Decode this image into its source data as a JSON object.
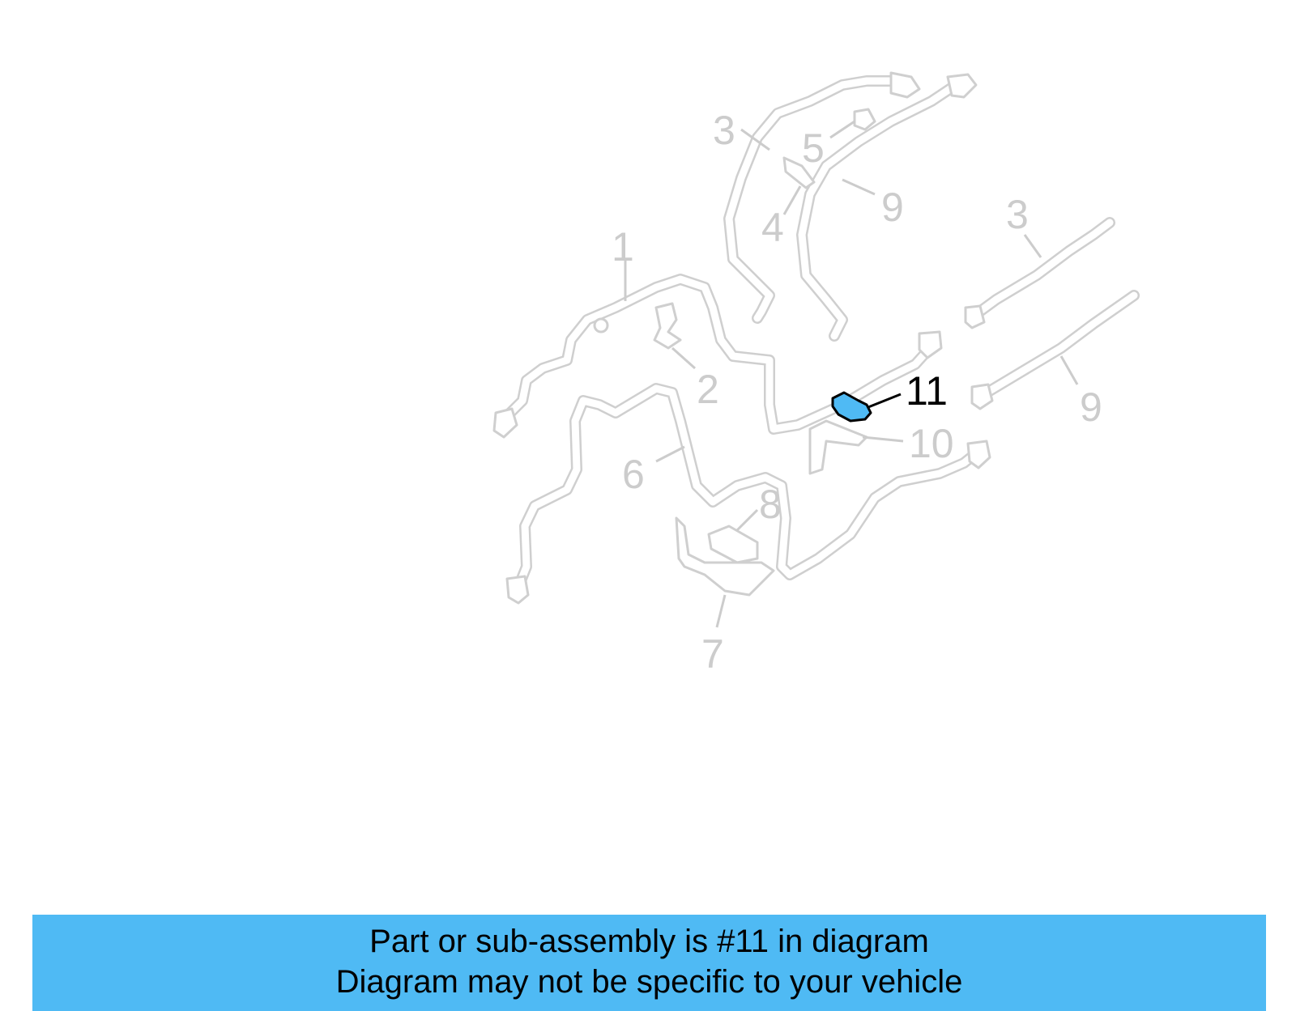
{
  "callouts": {
    "c1": "1",
    "c2": "2",
    "c3a": "3",
    "c3b": "3",
    "c4": "4",
    "c5": "5",
    "c6": "6",
    "c7": "7",
    "c8": "8",
    "c9a": "9",
    "c9b": "9",
    "c10": "10",
    "c11": "11"
  },
  "highlighted_part": "11",
  "colors": {
    "banner_background": "#4fbaf4",
    "highlight_fill": "#4fbaf4",
    "line_gray": "#cfcfcf"
  },
  "banner": {
    "line1": "Part or sub-assembly is #11 in diagram",
    "line2": "Diagram may not be specific to your vehicle"
  }
}
